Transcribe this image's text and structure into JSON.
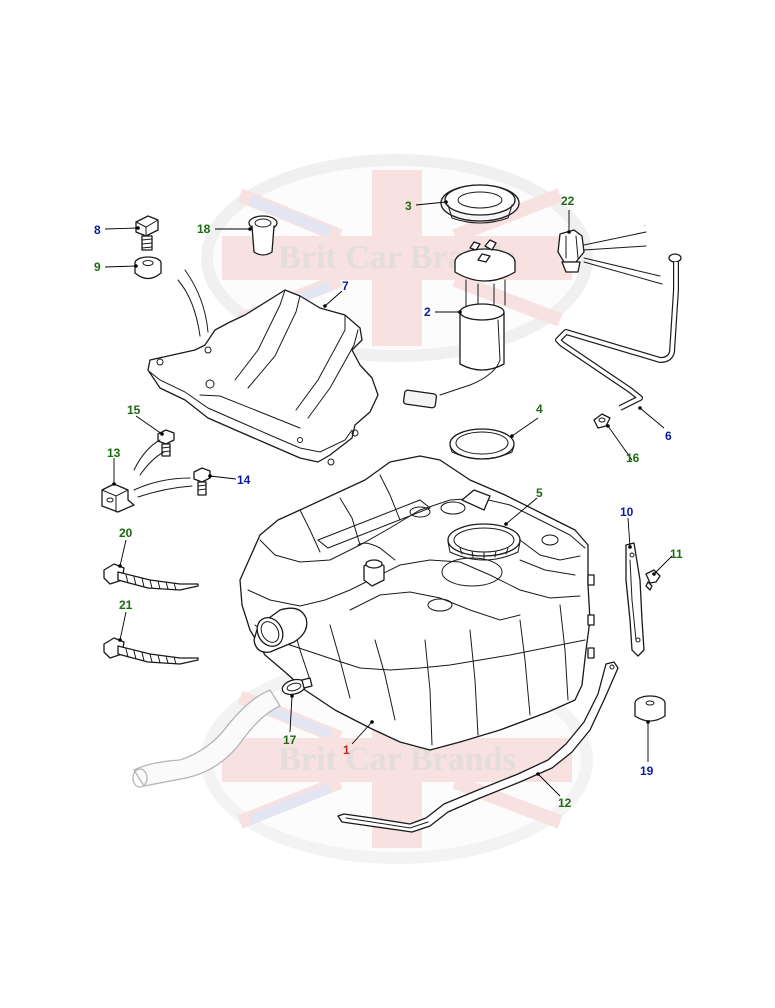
{
  "watermark": {
    "text_upper": "Brit Car Brands",
    "text_lower": "Brit Car Brands"
  },
  "colors": {
    "callout_blue": "#0b1aa6",
    "callout_green": "#1d6b12",
    "callout_red": "#c0271c",
    "line": "#1a1a1a",
    "watermark_red": "#e9a4a4",
    "watermark_blue": "#a9b2d6",
    "watermark_green": "#b9d1ab"
  },
  "callouts": [
    {
      "id": "1",
      "color": "red"
    },
    {
      "id": "2",
      "color": "blue"
    },
    {
      "id": "3",
      "color": "green"
    },
    {
      "id": "4",
      "color": "green"
    },
    {
      "id": "5",
      "color": "green"
    },
    {
      "id": "6",
      "color": "blue"
    },
    {
      "id": "7",
      "color": "blue"
    },
    {
      "id": "8",
      "color": "blue"
    },
    {
      "id": "9",
      "color": "green"
    },
    {
      "id": "10",
      "color": "blue"
    },
    {
      "id": "11",
      "color": "green"
    },
    {
      "id": "12",
      "color": "green"
    },
    {
      "id": "13",
      "color": "green"
    },
    {
      "id": "14",
      "color": "blue"
    },
    {
      "id": "15",
      "color": "green"
    },
    {
      "id": "16",
      "color": "green"
    },
    {
      "id": "17",
      "color": "green"
    },
    {
      "id": "18",
      "color": "green"
    },
    {
      "id": "19",
      "color": "blue"
    },
    {
      "id": "20",
      "color": "green"
    },
    {
      "id": "21",
      "color": "green"
    },
    {
      "id": "22",
      "color": "green"
    }
  ]
}
